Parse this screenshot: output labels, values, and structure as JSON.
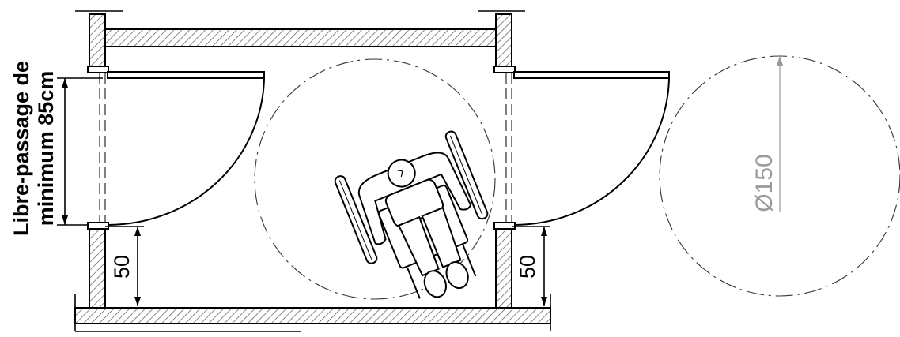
{
  "label": {
    "line1": "Libre-passage de",
    "line2": "minimum 85cm"
  },
  "dimensions": {
    "left_offset": "50",
    "right_offset": "50",
    "turning_circle": "Ø150"
  },
  "colors": {
    "line": "#000000",
    "hatch": "#555555",
    "diameter_text": "#9a9a9a"
  }
}
